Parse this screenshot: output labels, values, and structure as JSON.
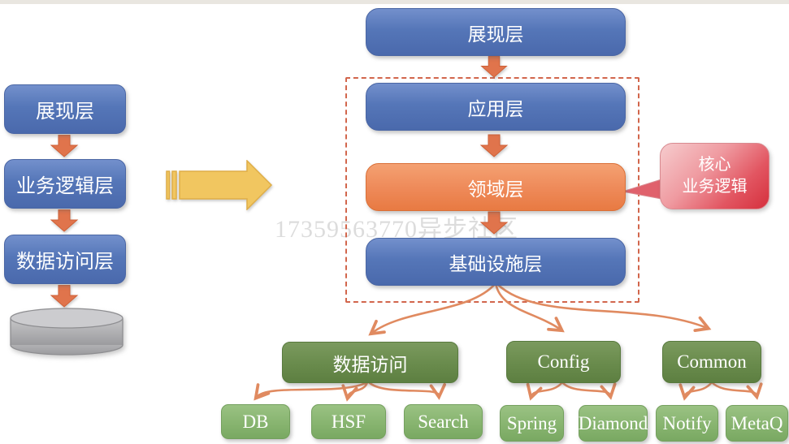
{
  "watermark": "17359563770异步社区",
  "legacy_stack": {
    "layers": [
      "展现层",
      "业务逻辑层",
      "数据访问层"
    ]
  },
  "ddd_stack": {
    "presentation": "展现层",
    "application": "应用层",
    "domain": "领域层",
    "infrastructure": "基础设施层"
  },
  "callout": {
    "line1": "核心",
    "line2": "业务逻辑"
  },
  "modules": [
    "数据访问",
    "Config",
    "Common"
  ],
  "components": [
    "DB",
    "HSF",
    "Search",
    "Spring",
    "Diamond",
    "Notify",
    "MetaQ"
  ],
  "colors": {
    "layer_blue": "#5374b6",
    "domain_orange": "#ee8350",
    "callout_red": "#d5303d",
    "module_green": "#698b4c",
    "component_green": "#86b36e",
    "connector_orange": "#e08a60",
    "transform_yellow": "#f1c660",
    "dashed_border": "#d2664c",
    "watermark_gray": "#dcdcdc"
  }
}
